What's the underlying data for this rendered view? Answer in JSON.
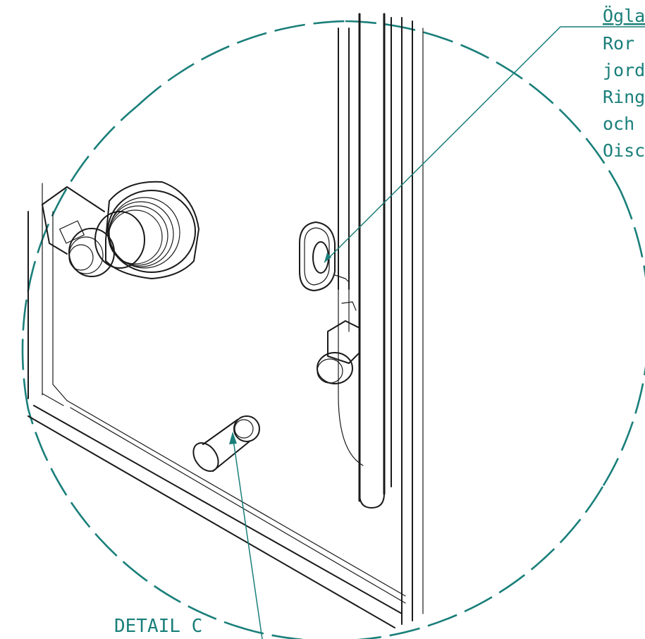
{
  "detail": {
    "label": "DETAIL C",
    "border_color": "#1a7f7a",
    "line_color": "#1a1a1a"
  },
  "callout_top": {
    "lines": [
      "Ögla",
      "Ror",
      "jord",
      "Ring",
      "och",
      "Oisc"
    ]
  }
}
